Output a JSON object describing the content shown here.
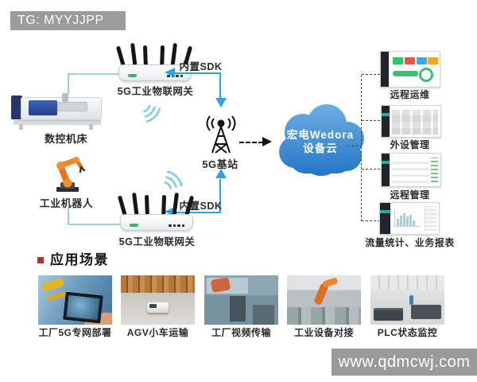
{
  "header": {
    "badge_text": "TG: MYYJJPP"
  },
  "watermark_text": "www.qdmcwj.com",
  "colors": {
    "arrow_blue": "#2aa5de",
    "link_light_blue": "#96d2e6",
    "cloud_blue_top": "#71b2e4",
    "cloud_blue_bottom": "#1a6ec2",
    "badge_gray": "#9b9b9b",
    "heading_bullet_red": "#b13228",
    "robot_orange": "#e87c1e",
    "panel_teal": "#1fae9a"
  },
  "diagram": {
    "gateway_label": "5G工业物联网关",
    "sdk_label": "内置SDK",
    "cnc_label": "数控机床",
    "robot_label": "工业机器人",
    "base_station_label": "5G基站",
    "cloud": {
      "line1": "宏电Wedora",
      "line2": "设备云"
    },
    "panels": [
      {
        "label": "远程运维"
      },
      {
        "label": "外设管理"
      },
      {
        "label": "远程管理"
      },
      {
        "label": "流量统计、业务报表"
      }
    ]
  },
  "applications": {
    "heading": "应用场景",
    "items": [
      {
        "label": "工厂5G专网部署"
      },
      {
        "label": "AGV小车运输"
      },
      {
        "label": "工厂视频传输"
      },
      {
        "label": "工业设备对接"
      },
      {
        "label": "PLC状态监控"
      }
    ]
  }
}
